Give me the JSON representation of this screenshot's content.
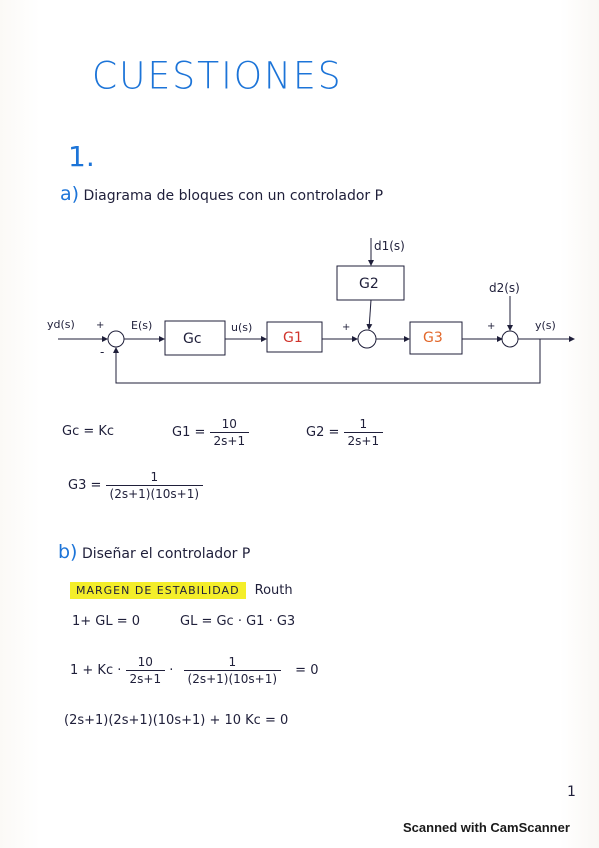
{
  "title": "CUESTIONES",
  "question_number": "1.",
  "part_a": {
    "letter": "a)",
    "text": "Diagrama de bloques con un controlador P"
  },
  "diagram": {
    "input": "yd(s)",
    "error": "E(s)",
    "controller": "Gc",
    "control_signal": "u(s)",
    "block_g1": "G1",
    "block_g2": "G2",
    "block_g3": "G3",
    "disturbance_1": "d1(s)",
    "disturbance_2": "d2(s)",
    "output": "y(s)",
    "plus_sign": "+",
    "minus_sign": "-"
  },
  "definitions": {
    "gc": "Gc = Kc",
    "g1_lhs": "G1 =",
    "g1_num": "10",
    "g1_den": "2s+1",
    "g2_lhs": "G2 =",
    "g2_num": "1",
    "g2_den": "2s+1",
    "g3_lhs": "G3 =",
    "g3_num": "1",
    "g3_den": "(2s+1)(10s+1)"
  },
  "part_b": {
    "letter": "b)",
    "text": "Diseñar el controlador P",
    "highlight": "MARGEN DE ESTABILIDAD",
    "method": "Routh",
    "eq1_left": "1+ GL = 0",
    "eq1_right": "GL = Gc · G1 · G3",
    "eq2_prefix": "1 + Kc ·",
    "eq2_f1_num": "10",
    "eq2_f1_den": "2s+1",
    "eq2_dot": "·",
    "eq2_f2_num": "1",
    "eq2_f2_den": "(2s+1)(10s+1)",
    "eq2_suffix": "= 0",
    "eq3": "(2s+1)(2s+1)(10s+1) + 10 Kc = 0"
  },
  "page_number": "1",
  "footer": "Scanned with CamScanner",
  "colors": {
    "title": "#1c74d8",
    "ink": "#1f1f3a",
    "g1": "#d0342c",
    "g3": "#e2672a",
    "highlight": "#f4ee2a"
  }
}
